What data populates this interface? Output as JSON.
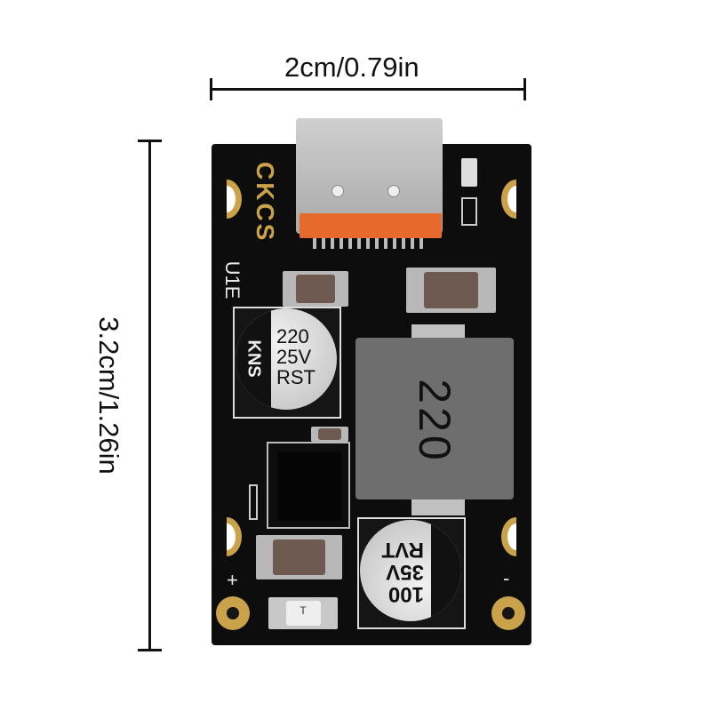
{
  "dimensions": {
    "width_label": "2cm/0.79in",
    "height_label": "3.2cm/1.26in"
  },
  "board": {
    "brand_silk": "CKCS",
    "ref_silk": "U1E",
    "plus_label": "+",
    "minus_label": "-",
    "input_cap": {
      "brand": "KNS",
      "value": "220",
      "voltage": "25V",
      "series": "RST"
    },
    "output_cap": {
      "value": "100",
      "voltage": "35V",
      "series": "RVT"
    },
    "inductor_marking": "220",
    "small_cap_marking": "T"
  }
}
